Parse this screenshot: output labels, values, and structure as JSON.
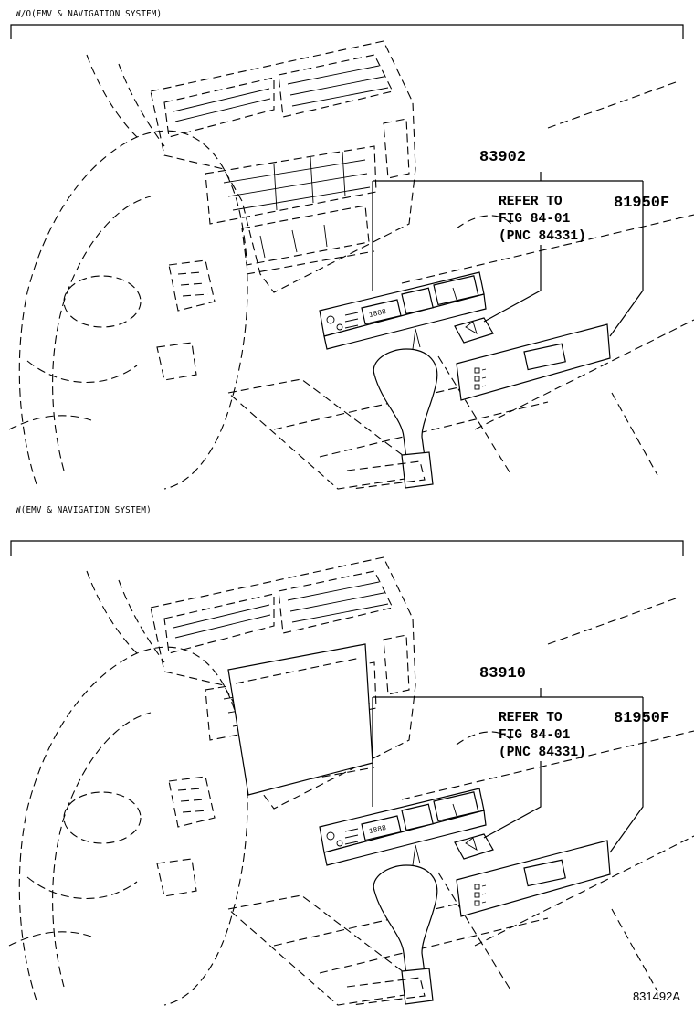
{
  "sections": [
    {
      "title": "W/O(EMV & NAVIGATION SYSTEM)",
      "part_number": "83902",
      "refer": [
        "REFER TO",
        "FIG 84-01",
        "(PNC 84331)"
      ],
      "side_part": "81950F",
      "display_text": "1888"
    },
    {
      "title": "W(EMV & NAVIGATION SYSTEM)",
      "part_number": "83910",
      "refer": [
        "REFER TO",
        "FIG 84-01",
        "(PNC 84331)"
      ],
      "side_part": "81950F",
      "display_text": "1888"
    }
  ],
  "figure_id": "831492A"
}
